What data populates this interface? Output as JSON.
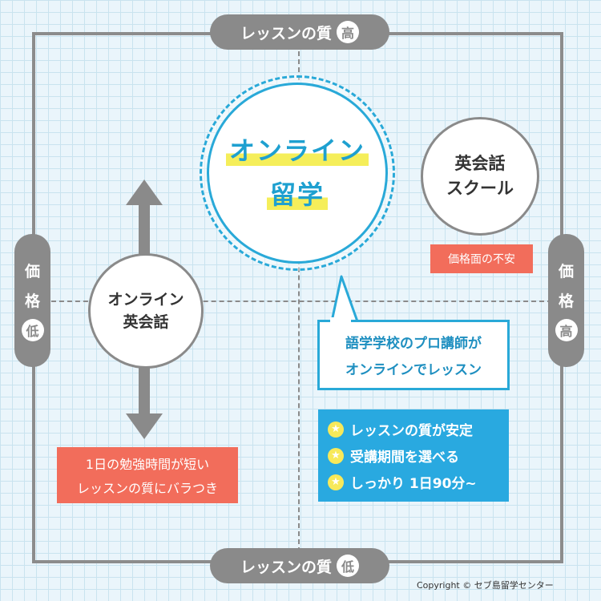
{
  "axes": {
    "top": {
      "label": "レッスンの質",
      "badge": "高"
    },
    "bottom": {
      "label": "レッスンの質",
      "badge": "低"
    },
    "left": {
      "label_1": "価",
      "label_2": "格",
      "badge": "低"
    },
    "right": {
      "label_1": "価",
      "label_2": "格",
      "badge": "高"
    }
  },
  "center": {
    "line1": "オンライン",
    "line2": "留学"
  },
  "school": {
    "line1": "英会話",
    "line2": "スクール",
    "note": "価格面の不安"
  },
  "online_eikaiwa": {
    "line1": "オンライン",
    "line2": "英会話",
    "note_line1": "1日の勉強時間が短い",
    "note_line2": "レッスンの質にバラつき"
  },
  "callout": {
    "line1": "語学学校のプロ講師が",
    "line2": "オンラインでレッスン"
  },
  "features": [
    {
      "icon": "star-icon",
      "text": "レッスンの質が安定"
    },
    {
      "icon": "star-icon",
      "text": "受講期間を選べる"
    },
    {
      "icon": "star-icon",
      "text": "しっかり 1日90分~"
    }
  ],
  "copyright": "Copyright © セブ島留学センター",
  "colors": {
    "gray": "#8a8a8a",
    "blue": "#29a9e0",
    "red": "#f26d5b",
    "yellow": "#f5ee5a",
    "grid_bg": "#eaf5fb"
  }
}
